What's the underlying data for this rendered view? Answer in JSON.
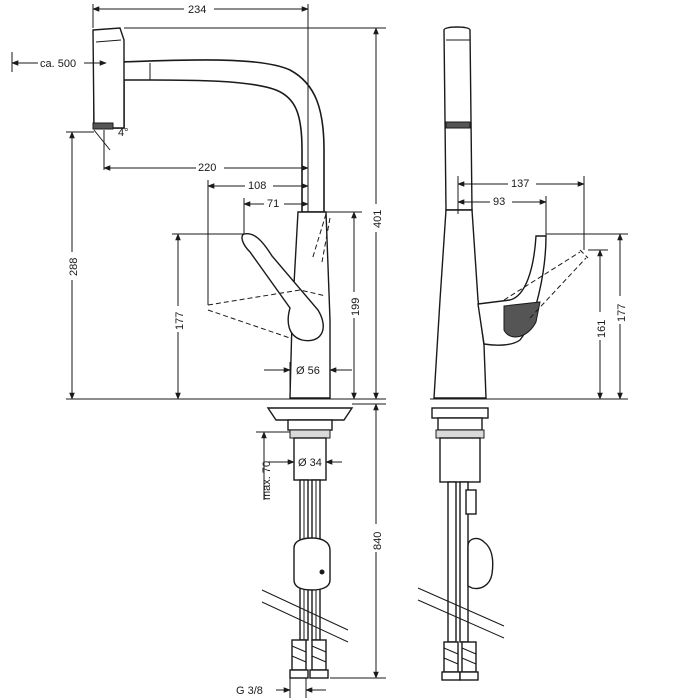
{
  "dimensions": {
    "overall_width": "234",
    "pullout_length": "ca. 500",
    "angle": "4°",
    "spout_reach": "220",
    "lever_108": "108",
    "lever_71": "71",
    "total_height": "401",
    "spout_height": "288",
    "lever_height_front": "177",
    "body_height": "199",
    "base_diameter": "Ø 56",
    "hole_diameter": "Ø 34",
    "max_deck": "max. 70",
    "hose_length": "840",
    "connection": "G 3/8",
    "side_137": "137",
    "side_93": "93",
    "side_161": "161",
    "side_177": "177"
  }
}
